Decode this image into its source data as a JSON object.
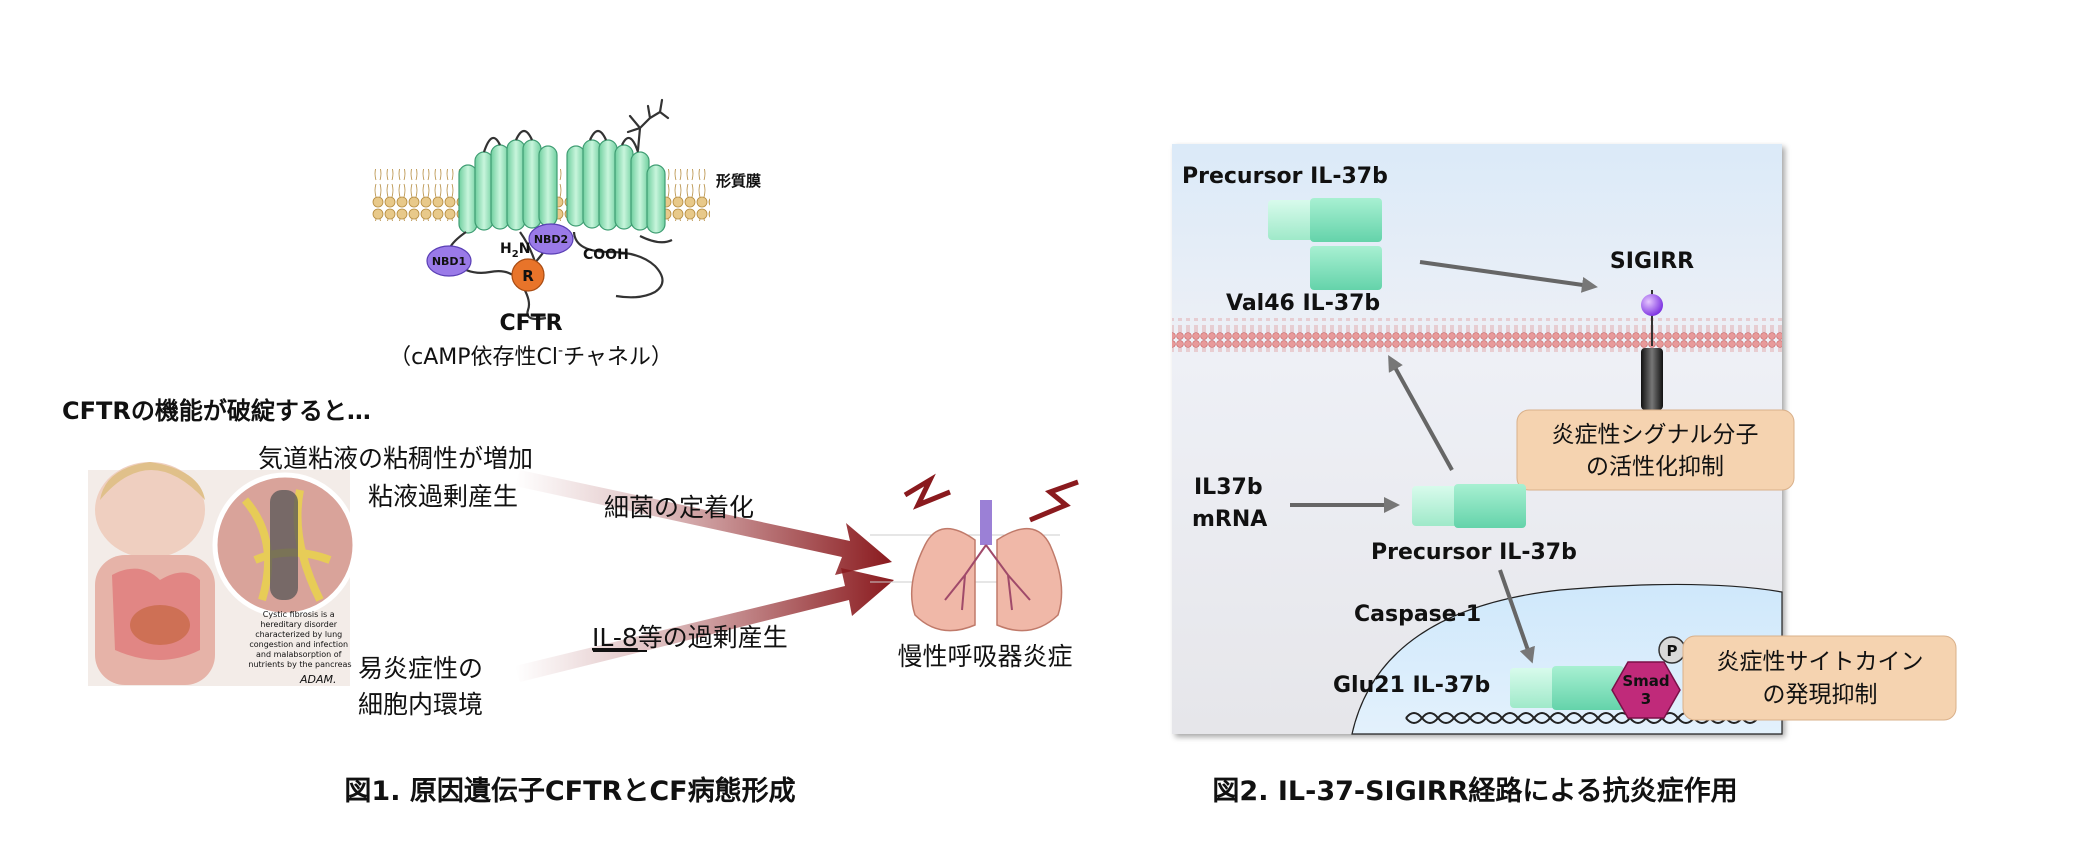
{
  "fig1": {
    "cftr_membrane_label": "形質膜",
    "nbd1": "NBD1",
    "nbd2": "NBD2",
    "r_domain": "R",
    "h2n": "H",
    "h2n_sub": "2",
    "h2n_n": "N",
    "cooh": "COOH",
    "cftr_title": "CFTR",
    "cftr_subtitle_pre": "（cAMP依存性Cl",
    "cftr_subtitle_sup": "-",
    "cftr_subtitle_post": "チャネル）",
    "lead": "CFTRの機能が破綻すると…",
    "airway_line1": "気道粘液の粘稠性が増加",
    "airway_line2": "粘液過剰産生",
    "bacteria": "細菌の定着化",
    "il8_underlined": "IL-8",
    "il8_rest": "等の過剰産生",
    "inflam_env_line1": "易炎症性の",
    "inflam_env_line2": "細胞内環境",
    "disease": "慢性呼吸器炎症",
    "cf_note": [
      "Cystic fibrosis is a",
      "hereditary disorder",
      "characterized by lung",
      "congestion and infection",
      "and malabsorption of",
      "nutrients by the pancreas"
    ],
    "adam_logo": "ADAM.",
    "caption": "図1. 原因遺伝子CFTRとCF病態形成"
  },
  "fig2": {
    "precursor_top": "Precursor IL-37b",
    "val46": "Val46 IL-37b",
    "sigirr": "SIGIRR",
    "signal_box_line1": "炎症性シグナル分子",
    "signal_box_line2": "の活性化抑制",
    "mrna_line1": "IL37b",
    "mrna_line2": "mRNA",
    "precursor_mid": "Precursor IL-37b",
    "caspase": "Caspase-1",
    "glu21": "Glu21 IL-37b",
    "smad_line1": "Smad",
    "smad_line2": "3",
    "phospho": "P",
    "cytokine_box_line1": "炎症性サイトカイン",
    "cytokine_box_line2": "の発現抑制",
    "caption": "図2. IL-37-SIGIRR経路による抗炎症作用"
  },
  "colors": {
    "arrow_dark_red": "#8a1a1e",
    "tm_helix_green": "#9de8c4",
    "nbd_purple": "#9a7ae8",
    "r_orange": "#e8742a",
    "il37_green": "#7fe0bc",
    "membrane_red": "#e99b9b",
    "box_tan": "#f5d3b0",
    "smad_magenta": "#c02a7a"
  }
}
